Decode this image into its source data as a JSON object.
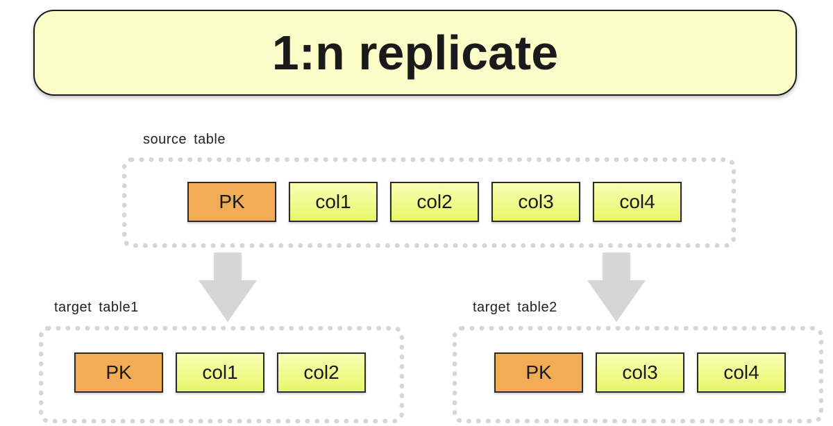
{
  "title": "1:n replicate",
  "source": {
    "label": "source  table",
    "cells": [
      "PK",
      "col1",
      "col2",
      "col3",
      "col4"
    ]
  },
  "target1": {
    "label": "target  table1",
    "cells": [
      "PK",
      "col1",
      "col2"
    ]
  },
  "target2": {
    "label": "target  table2",
    "cells": [
      "PK",
      "col3",
      "col4"
    ]
  },
  "colors": {
    "title_fill": "#fbfec8",
    "pk_fill": "#f2ac55",
    "col_fill": "#eef88a",
    "dotted_border": "#d6d6d6",
    "arrow_fill": "#d6d6d6"
  }
}
